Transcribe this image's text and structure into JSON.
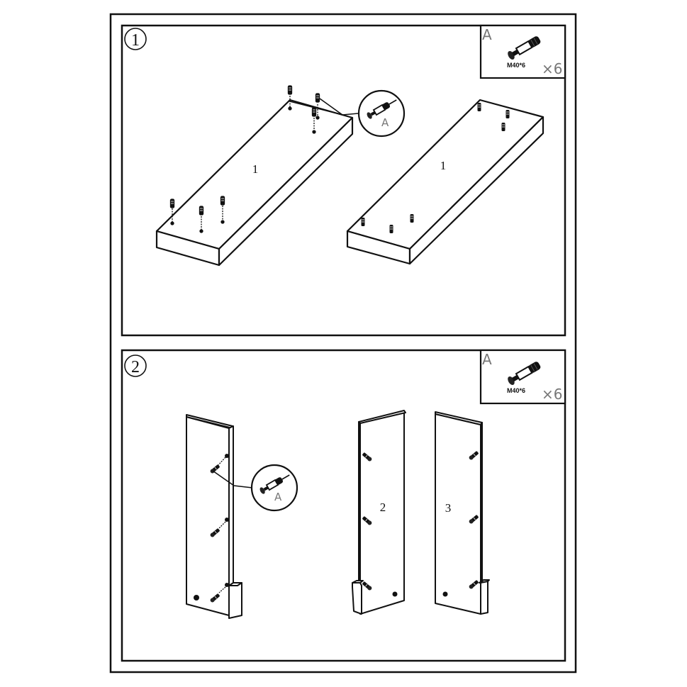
{
  "steps": [
    {
      "number": "1",
      "panel_labels": [
        "1",
        "1"
      ],
      "parts_box": {
        "letter": "A",
        "part_code": "M40*6",
        "quantity": "×6"
      },
      "callout_letter": "A"
    },
    {
      "number": "2",
      "panel_labels": [
        "2",
        "3"
      ],
      "parts_box": {
        "letter": "A",
        "part_code": "M40*6",
        "quantity": "×6"
      },
      "callout_letter": "A"
    }
  ],
  "colors": {
    "line": "#111111",
    "background": "#ffffff",
    "letter_gray": "#777777"
  }
}
